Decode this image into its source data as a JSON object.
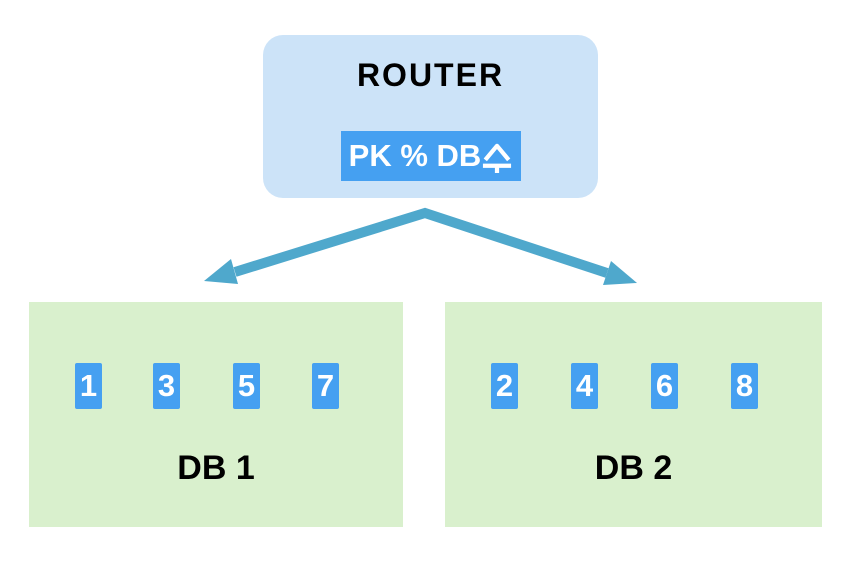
{
  "diagram": {
    "type": "database-sharding-routing",
    "router": {
      "title": "ROUTER",
      "rule_label": "PK % DB수",
      "rule_label_latin": "PK % DB",
      "rule_label_hangul": "수"
    },
    "databases": [
      {
        "name": "DB 1",
        "keys": [
          "1",
          "3",
          "5",
          "7"
        ]
      },
      {
        "name": "DB 2",
        "keys": [
          "2",
          "4",
          "6",
          "8"
        ]
      }
    ],
    "colors": {
      "router_fill": "#CCE3F8",
      "badge_blue": "#45A0F1",
      "db_fill": "#D9F0CD",
      "arrow": "#4FA8CC",
      "label_text": "#000000",
      "badge_text": "#FFFFFF",
      "background": "#FFFFFF"
    }
  }
}
